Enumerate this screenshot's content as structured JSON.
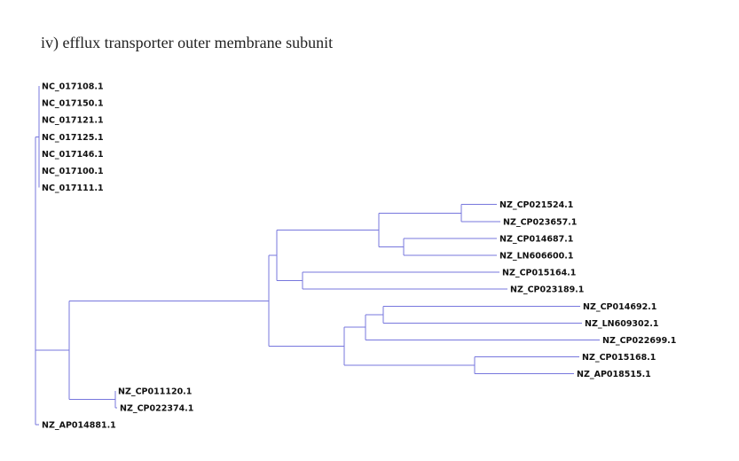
{
  "title": "iv) efflux transporter outer membrane subunit",
  "colors": {
    "branch": "#7777dd",
    "label": "#111111"
  },
  "tree": {
    "leaves": [
      "NC_017108.1",
      "NC_017150.1",
      "NC_017121.1",
      "NC_017125.1",
      "NC_017146.1",
      "NC_017100.1",
      "NC_017111.1",
      "NZ_CP021524.1",
      "NZ_CP023657.1",
      "NZ_CP014687.1",
      "NZ_LN606600.1",
      "NZ_CP015164.1",
      "NZ_CP023189.1",
      "NZ_CP014692.1",
      "NZ_LN609302.1",
      "NZ_CP022699.1",
      "NZ_CP015168.1",
      "NZ_AP018515.1",
      "NZ_CP011120.1",
      "NZ_CP022374.1",
      "NZ_AP014881.1"
    ]
  }
}
